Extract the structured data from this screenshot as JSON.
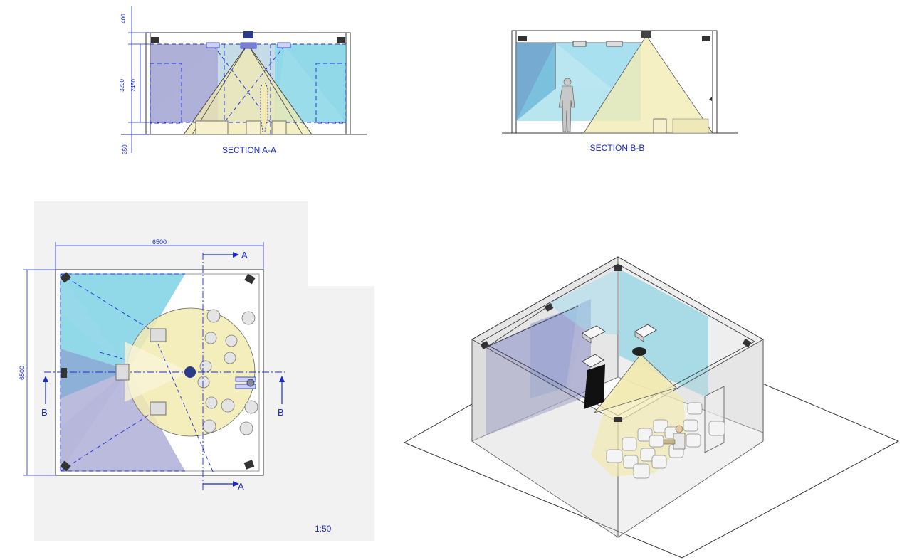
{
  "section_aa": {
    "title": "SECTION A-A",
    "dims": {
      "top": "400",
      "total": "3200",
      "inner": "2450",
      "floor": "350"
    }
  },
  "section_bb": {
    "title": "SECTION B-B"
  },
  "plan": {
    "dim_width": "6500",
    "dim_height": "6500",
    "cut_a_top": "A",
    "cut_a_bottom": "A",
    "cut_b_left": "B",
    "cut_b_right": "B",
    "scale": "1:50"
  },
  "colors": {
    "dim_blue": "#1a2bd6",
    "cyan_fill": "#63c7e0",
    "lavender_fill": "#8d8ec8",
    "cream_fill": "#f2eab0",
    "wall_gray": "#dcdcdc"
  }
}
